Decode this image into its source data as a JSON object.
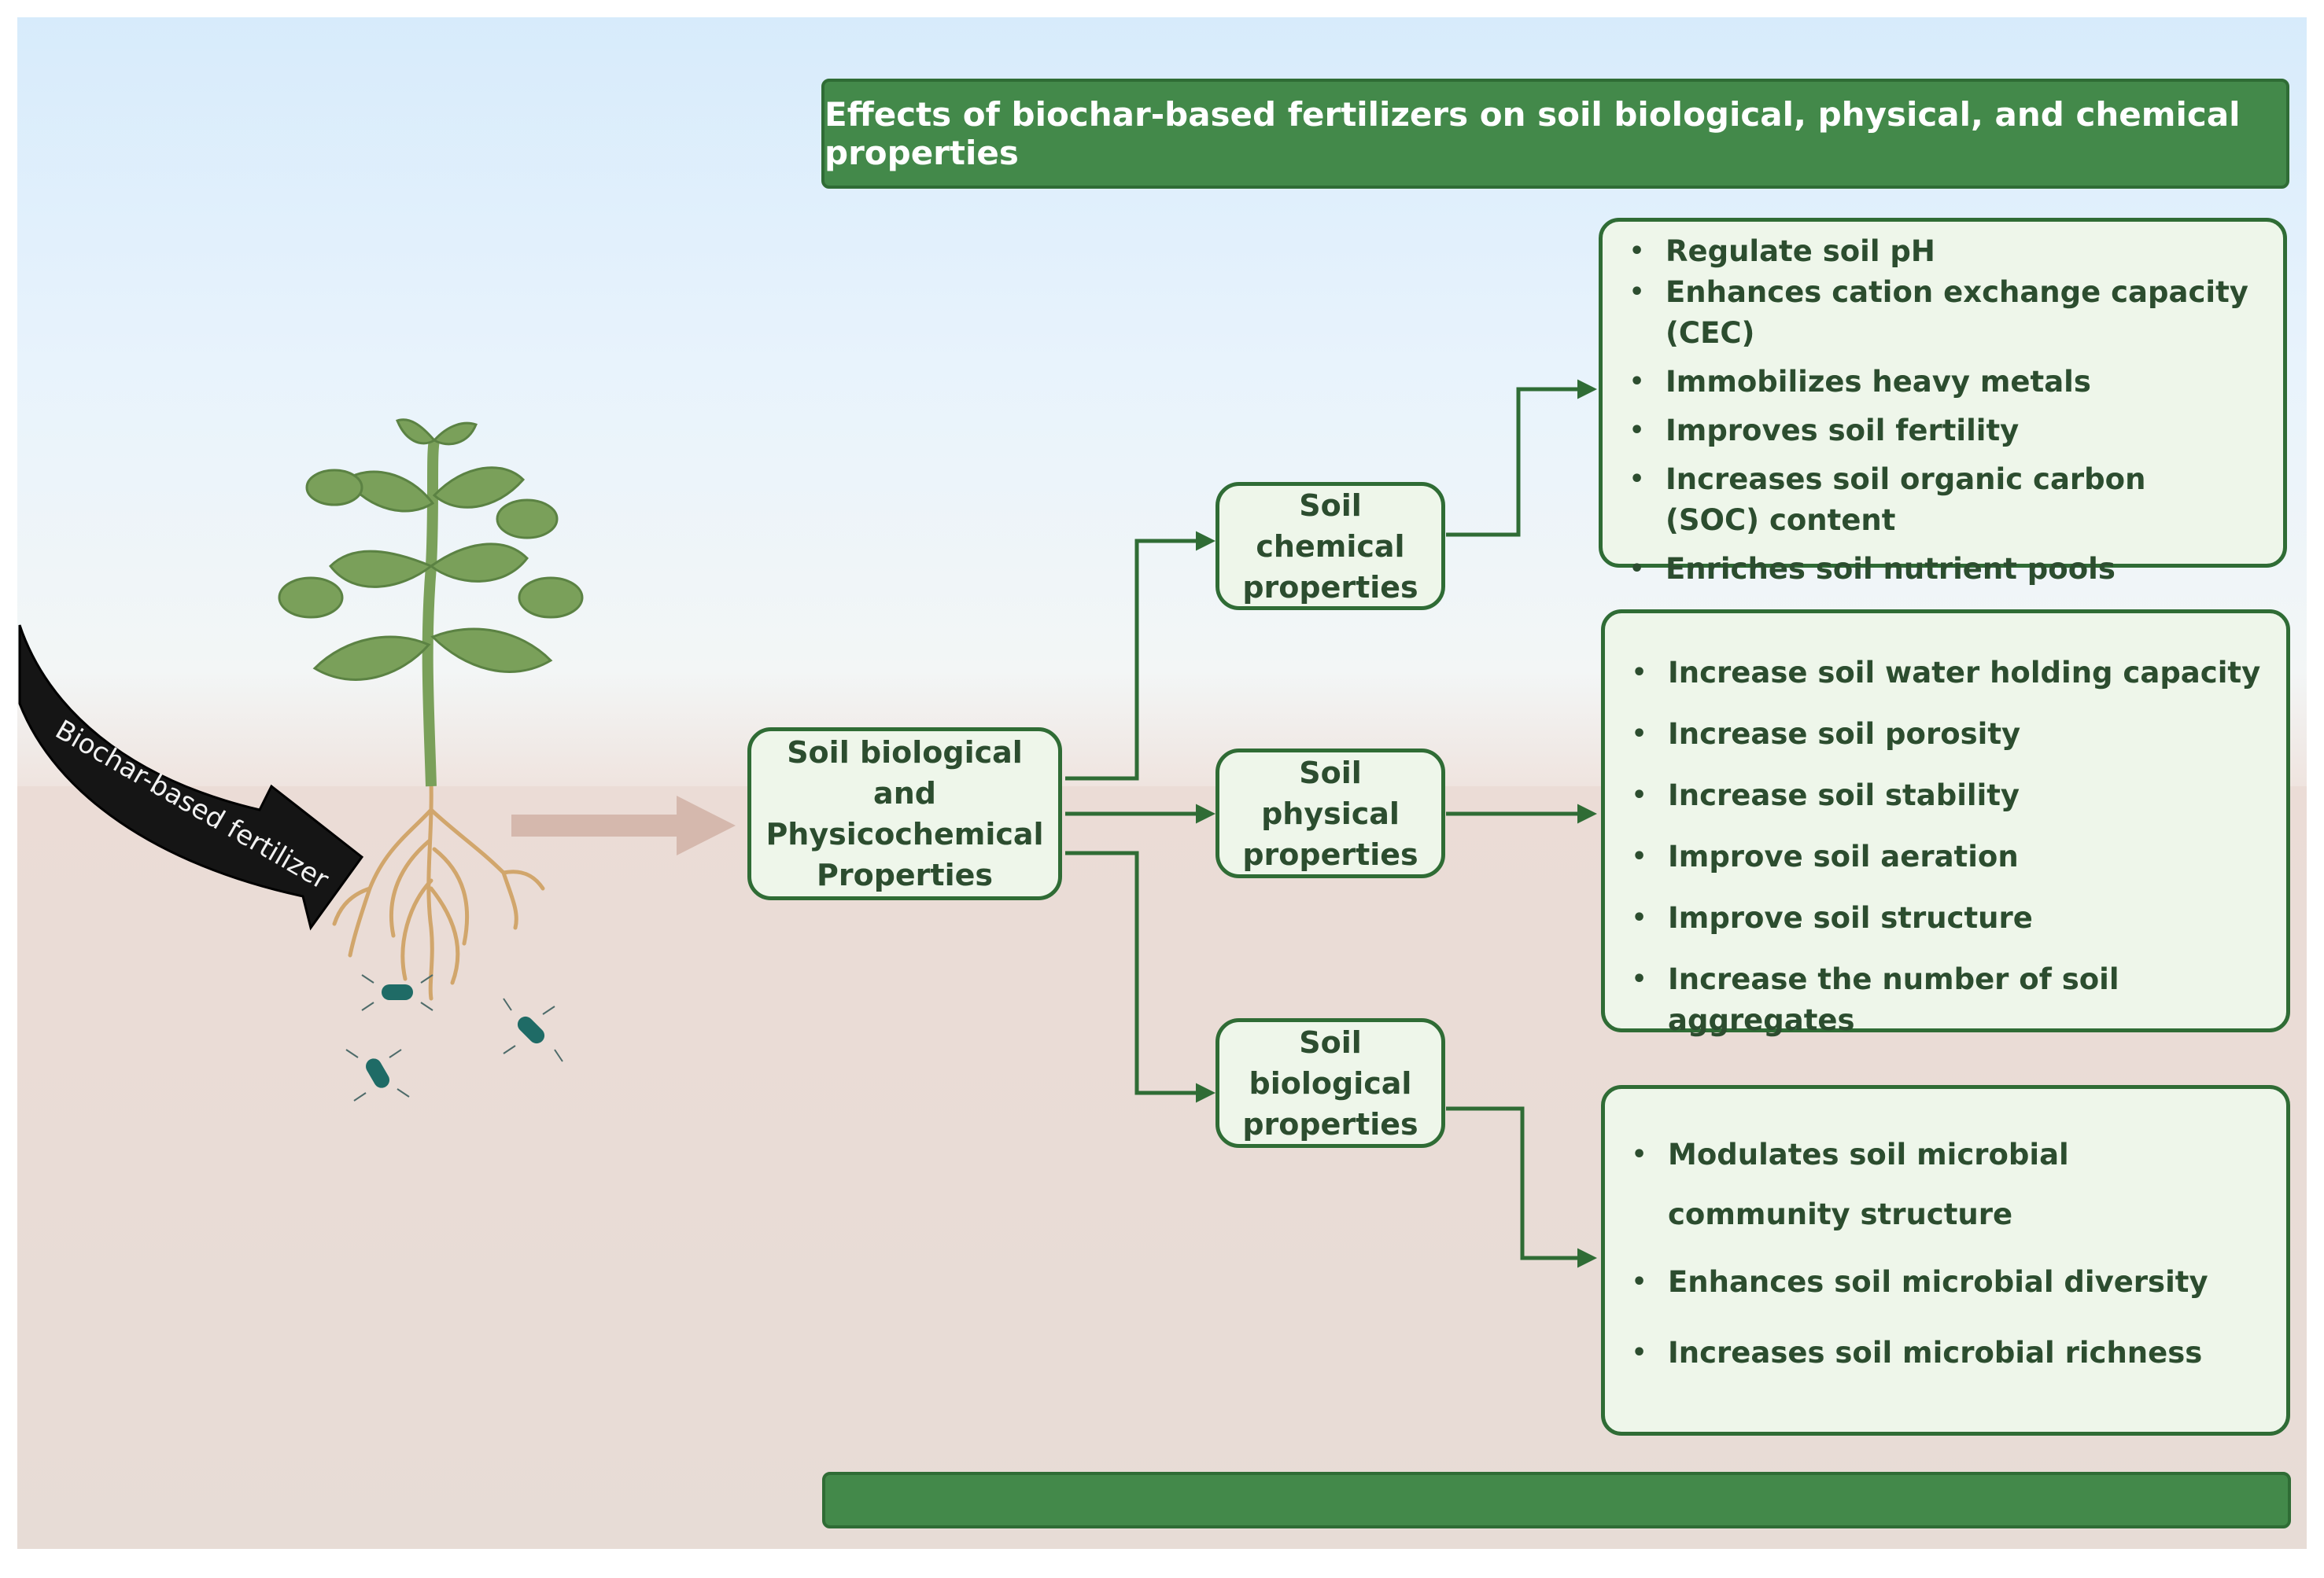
{
  "title": "Effects of biochar-based fertilizers on soil biological, physical, and chemical properties",
  "input_arrow_label": "Biochar-based fertilizer",
  "central_node": "Soil biological and Physicochemical Properties",
  "categories": [
    {
      "label": "Soil chemical properties",
      "effects": [
        "Regulate soil pH",
        "Enhances cation exchange capacity (CEC)",
        "Immobilizes heavy metals",
        "Improves soil fertility",
        "Increases soil organic carbon (SOC) content",
        "Enriches soil nutrient pools"
      ]
    },
    {
      "label": "Soil physical properties",
      "effects": [
        "Increase soil water holding capacity",
        "Increase soil porosity",
        "Increase soil stability",
        "Improve soil aeration",
        "Improve soil structure",
        "Increase the number of soil aggregates"
      ]
    },
    {
      "label": "Soil biological properties",
      "effects": [
        "Modulates soil microbial community structure",
        "Enhances soil microbial diversity",
        "Increases soil microbial richness"
      ]
    }
  ],
  "colors": {
    "green": "#43894a",
    "dark_green": "#2f6c35",
    "box_fill": "#eef6ea",
    "text": "#2c4d2f"
  }
}
